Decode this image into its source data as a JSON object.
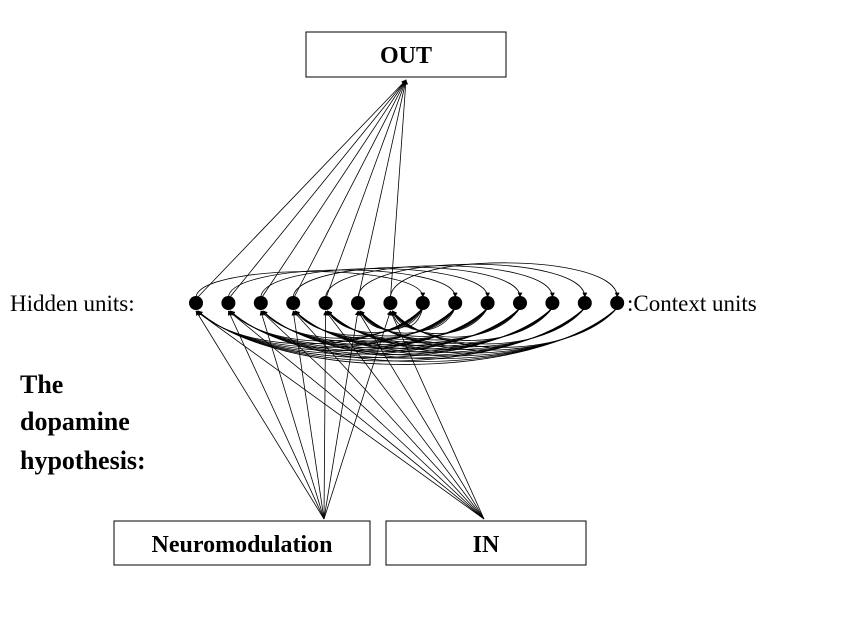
{
  "boxes": {
    "out": "OUT",
    "neuromodulation": "Neuromodulation",
    "in": "IN"
  },
  "labels": {
    "hidden_units": "Hidden units:",
    "context_units": ":Context units"
  },
  "title_lines": [
    "The",
    "dopamine",
    "hypothesis:"
  ],
  "network": {
    "hidden_unit_count": 7,
    "context_unit_count": 7,
    "connections": [
      "hidden-to-out",
      "neuromodulation-to-hidden",
      "in-to-hidden",
      "hidden-to-context",
      "context-to-hidden"
    ]
  }
}
